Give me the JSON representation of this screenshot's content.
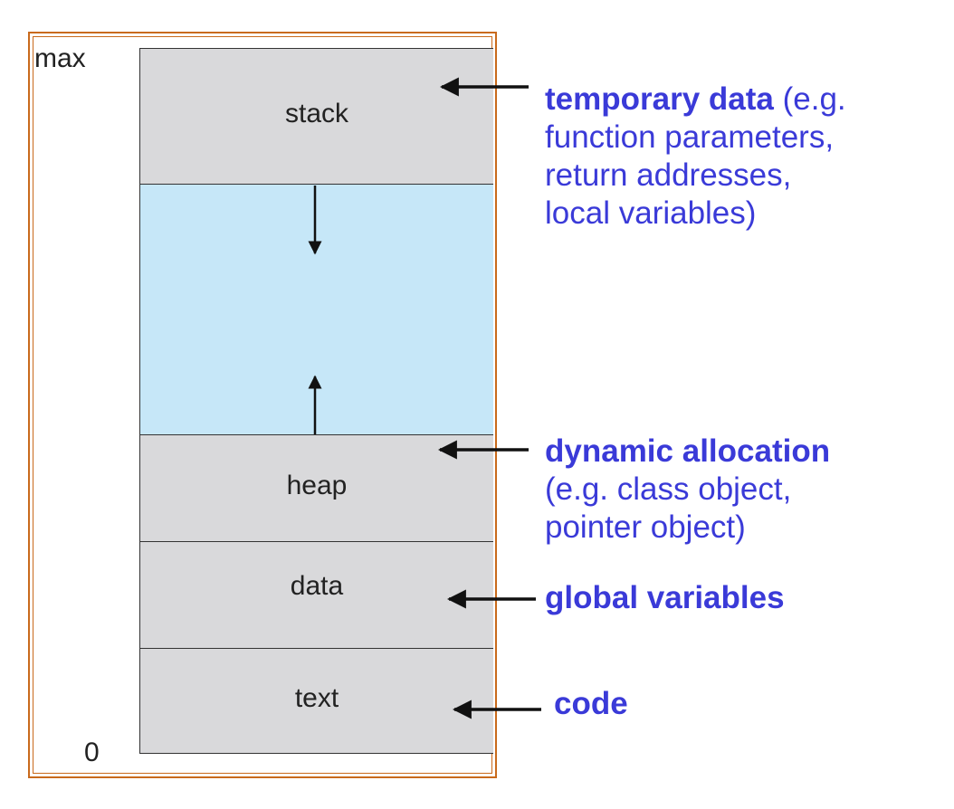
{
  "axis": {
    "top_label": "max",
    "bottom_label": "0"
  },
  "segments": {
    "stack": "stack",
    "heap": "heap",
    "data": "data",
    "text": "text"
  },
  "descriptions": {
    "stack": {
      "bold": "temporary data",
      "rest_line1": " (e.g.",
      "line2": "function parameters,",
      "line3": "return addresses,",
      "line4": "local variables)"
    },
    "heap": {
      "bold": "dynamic allocation",
      "line2": "(e.g. class object,",
      "line3": "pointer object)"
    },
    "data": {
      "bold": "global variables"
    },
    "text": {
      "bold": "code"
    }
  },
  "colors": {
    "frame": "#c96a1c",
    "segment_fill": "#d9d9db",
    "free_space_fill": "#c6e7f8",
    "description_text": "#3a3ad8"
  }
}
